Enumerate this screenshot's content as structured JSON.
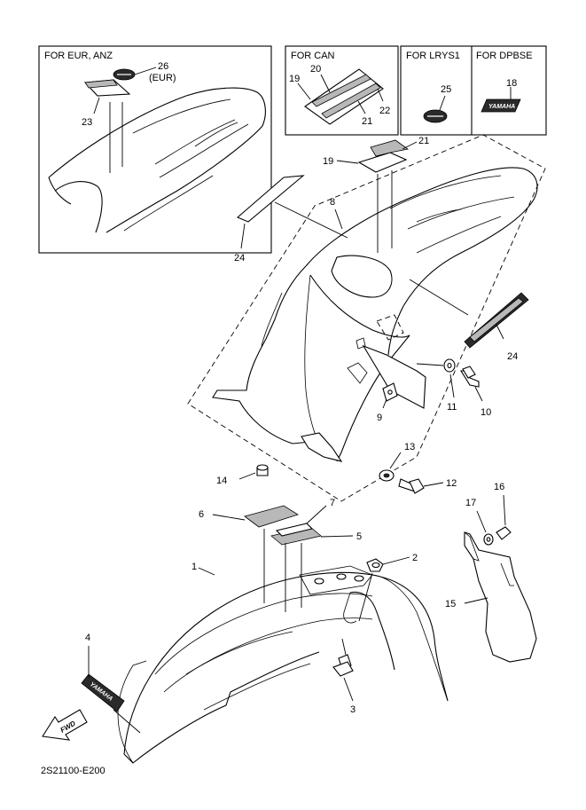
{
  "boxes": {
    "eur_anz": {
      "title": "FOR EUR, ANZ",
      "sub_label": "(EUR)"
    },
    "can": {
      "title": "FOR CAN"
    },
    "lrys1": {
      "title": "FOR LRYS1"
    },
    "dpbse": {
      "title": "FOR DPBSE"
    }
  },
  "callouts": {
    "c1": "1",
    "c2": "2",
    "c3": "3",
    "c4": "4",
    "c5": "5",
    "c6": "6",
    "c7": "7",
    "c8": "8",
    "c9": "9",
    "c10": "10",
    "c11": "11",
    "c12": "12",
    "c13": "13",
    "c14": "14",
    "c15": "15",
    "c16": "16",
    "c17": "17",
    "c18": "18",
    "c19_can": "19",
    "c19": "19",
    "c20": "20",
    "c21_can": "21",
    "c21": "21",
    "c22": "22",
    "c23": "23",
    "c24_left": "24",
    "c24_right": "24",
    "c25": "25",
    "c26": "26"
  },
  "decal_text": {
    "yamaha": "YAMAHA",
    "fwd": "FWD"
  },
  "diagram_code": "2S21100-E200"
}
